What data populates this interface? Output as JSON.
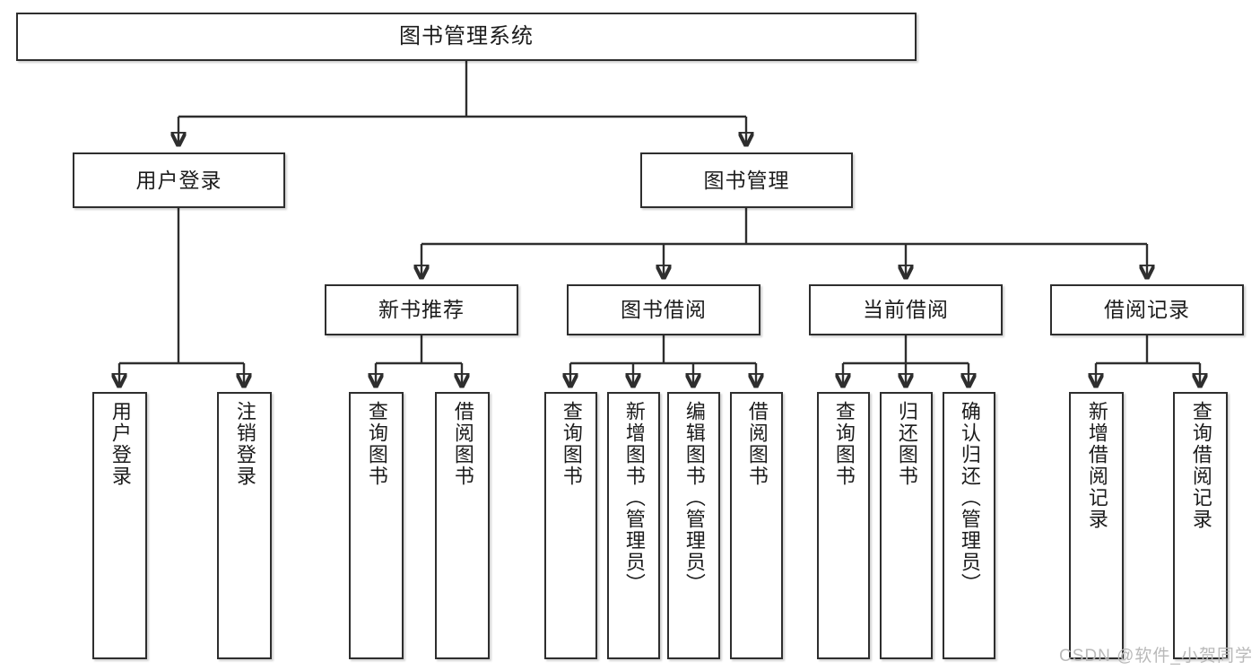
{
  "diagram": {
    "type": "hierarchy-tree",
    "title": "图书管理系统",
    "watermark": "CSDN @软件_小贺同学",
    "colors": {
      "stroke": "#2e2e2e",
      "fill": "#ffffff",
      "text": "#1c1c1c",
      "watermark": "#b9b9b9"
    },
    "levels": {
      "root": {
        "label": "图书管理系统"
      },
      "level2": [
        {
          "label": "用户登录"
        },
        {
          "label": "图书管理"
        }
      ],
      "level3": [
        {
          "label": "新书推荐"
        },
        {
          "label": "图书借阅"
        },
        {
          "label": "当前借阅"
        },
        {
          "label": "借阅记录"
        }
      ],
      "leaves": {
        "user_login": [
          {
            "label": "用户登录"
          },
          {
            "label": "注销登录"
          }
        ],
        "new_book_recommend": [
          {
            "label": "查询图书"
          },
          {
            "label": "借阅图书"
          }
        ],
        "book_borrow": [
          {
            "label": "查询图书"
          },
          {
            "label": "新增图书（管理员）"
          },
          {
            "label": "编辑图书（管理员）"
          },
          {
            "label": "借阅图书"
          }
        ],
        "current_borrow": [
          {
            "label": "查询图书"
          },
          {
            "label": "归还图书"
          },
          {
            "label": "确认归还（管理员）"
          }
        ],
        "borrow_record": [
          {
            "label": "新增借阅记录"
          },
          {
            "label": "查询借阅记录"
          }
        ]
      }
    }
  }
}
